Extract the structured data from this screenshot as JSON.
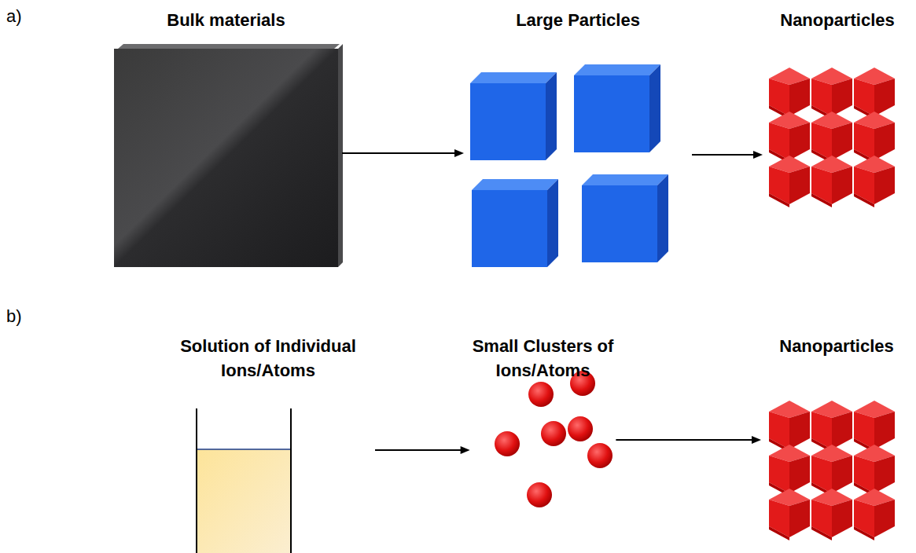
{
  "diagram": {
    "nodes": [
      {
        "text": [
          "Bulk materials"
        ]
      },
      {
        "text": [
          "Large Particles"
        ]
      },
      {
        "text": [
          "Nanoparticles"
        ]
      },
      {
        "text": [
          "Solution of Individual Ions/Atoms"
        ]
      },
      {
        "text": [
          "Small Clusters of Ions/Atoms"
        ]
      },
      {
        "text": [
          "Nanoparticles"
        ]
      }
    ],
    "edges": [
      {
        "from": 0,
        "to": 1,
        "arrow": "to"
      },
      {
        "from": 1,
        "to": 2,
        "arrow": "to"
      },
      {
        "from": 3,
        "to": 4,
        "arrow": "to"
      },
      {
        "from": 4,
        "to": 5,
        "arrow": "to"
      }
    ],
    "labels": [
      "a)",
      "b)"
    ]
  }
}
